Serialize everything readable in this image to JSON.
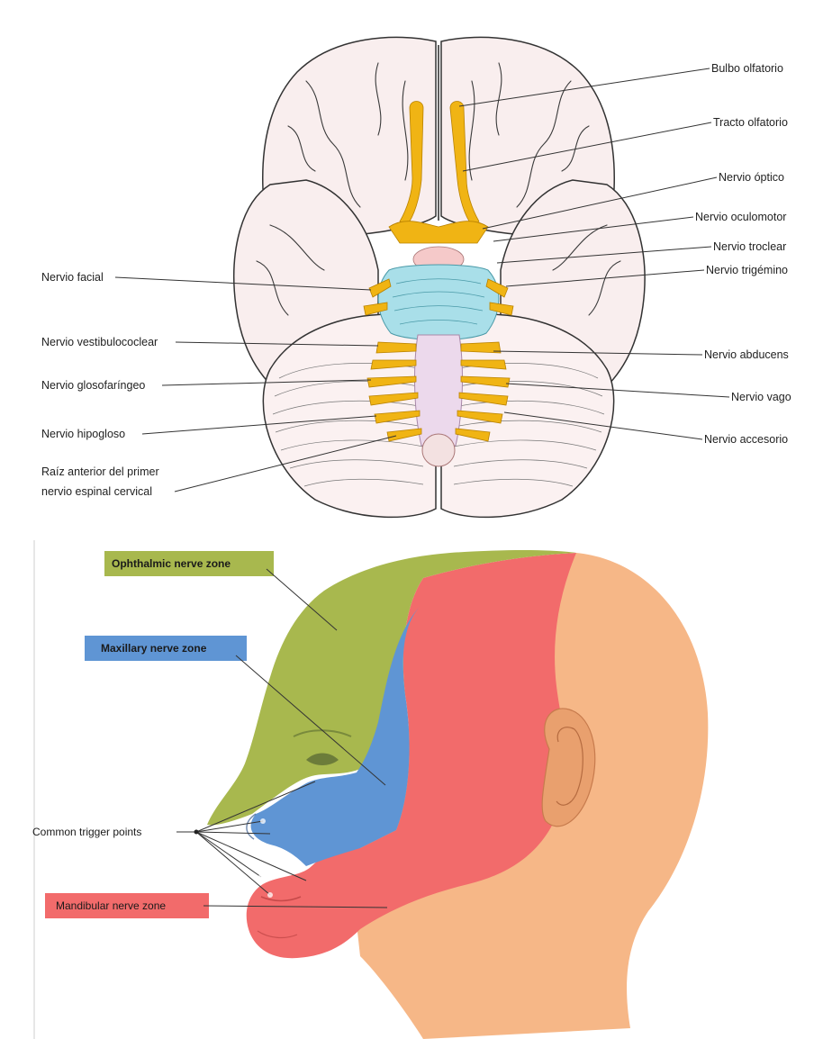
{
  "brain": {
    "left_labels": [
      "Nervio facial",
      "Nervio vestibulococlear",
      "Nervio glosofaríngeo",
      "Nervio hipogloso",
      "Raíz anterior del primer",
      "nervio espinal cervical"
    ],
    "right_labels": [
      "Bulbo olfatorio",
      "Tracto olfatorio",
      "Nervio óptico",
      "Nervio oculomotor",
      "Nervio troclear",
      "Nervio trigémino",
      "Nervio abducens",
      "Nervio vago",
      "Nervio accesorio"
    ]
  },
  "head": {
    "zones": {
      "ophthalmic": {
        "label": "Ophthalmic nerve zone",
        "color": "#a8b84e"
      },
      "maxillary": {
        "label": "Maxillary nerve zone",
        "color": "#5f95d4"
      },
      "mandibular": {
        "label": "Mandibular nerve zone",
        "color": "#f26b6b"
      }
    },
    "trigger_label": "Common trigger points",
    "skin_color": "#f6b787"
  }
}
